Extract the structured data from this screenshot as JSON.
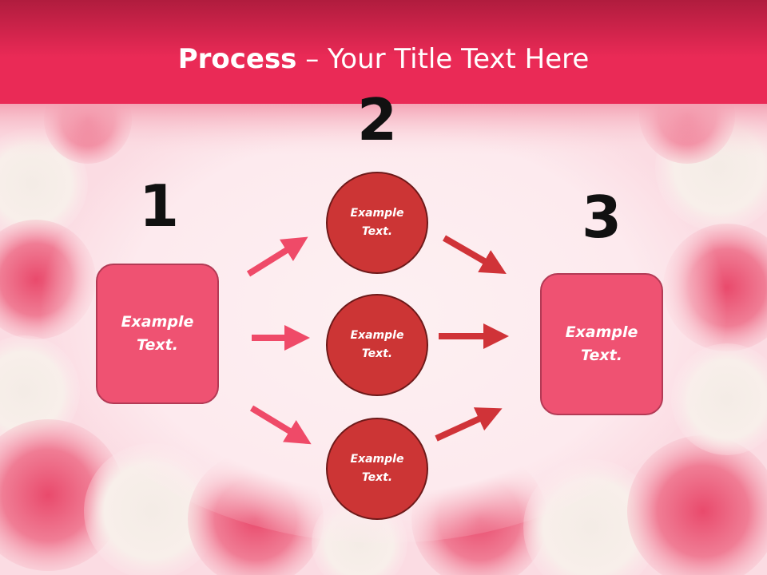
{
  "title": {
    "bold": "Process",
    "rest": " – Your Title Text Here"
  },
  "steps": [
    {
      "number": "1",
      "label": "Example\nText."
    },
    {
      "number": "2"
    },
    {
      "number": "3",
      "label": "Example\nText."
    }
  ],
  "nodes": [
    {
      "label": "Example\nText."
    },
    {
      "label": "Example\nText."
    },
    {
      "label": "Example\nText."
    }
  ],
  "colors": {
    "header": "#ea2a56",
    "background": "#fde6ea",
    "box_fill": "#ef5272",
    "circle_fill": "#cc3535",
    "left_arrows": "#ef4a68",
    "right_arrows": "#d03338"
  }
}
